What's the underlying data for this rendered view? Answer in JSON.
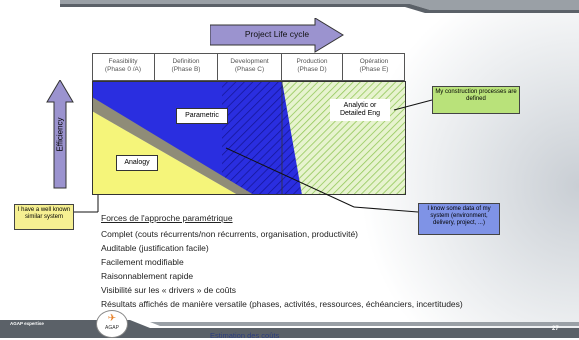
{
  "header": {
    "lifecycle_label": "Project Life cycle"
  },
  "phases": [
    {
      "name": "Feasibility",
      "code": "(Phase 0 /A)"
    },
    {
      "name": "Definition",
      "code": "(Phase B)"
    },
    {
      "name": "Development",
      "code": "(Phase C)"
    },
    {
      "name": "Production",
      "code": "(Phase D)"
    },
    {
      "name": "Opération",
      "code": "(Phase E)"
    }
  ],
  "diagram": {
    "efficiency_label": "Efficiency",
    "parametric_label": "Parametric",
    "analogy_label": "Analogy",
    "analytic_label_line1": "Analytic or",
    "analytic_label_line2": "Detailed Eng"
  },
  "callouts": {
    "construction": "My construction processes are defined",
    "well_known": "I have a well known similar system",
    "some_data": "I know some data of my system (environment, delivery, project, ...)"
  },
  "forces": {
    "title": "Forces de l'approche paramétrique",
    "items": [
      "Complet (couts récurrents/non récurrents, organisation, productivité)",
      "Auditable (justification facile)",
      "Facilement modifiable",
      "Raisonnablement rapide",
      "Visibilité sur les « drivers » de coûts",
      "Résultats affichés de manière versatile (phases, activités, ressources, échéanciers, incertitudes)"
    ]
  },
  "footer": {
    "brand": "AGAP expertise",
    "logo_text": "AGAP",
    "subtitle": "Estimation des coûts",
    "page_number": "27"
  },
  "colors": {
    "arrow_fill": "#9b93cf",
    "parametric_blue": "#2a2ee0",
    "analogy_yellow": "#f5f57a",
    "grey_band": "#8f8c78",
    "analytic_green": "#cfe8a8",
    "callout_green": "#b9e27a",
    "callout_yellow": "#f6f092",
    "callout_blue": "#7f93e6"
  }
}
